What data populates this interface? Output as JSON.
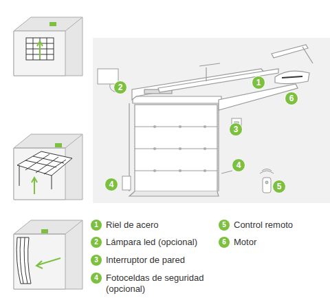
{
  "diagram": {
    "nodes": [
      {
        "text": [
          "2"
        ]
      },
      {
        "text": [
          "1"
        ]
      },
      {
        "text": [
          "6"
        ]
      },
      {
        "text": [
          "3"
        ]
      },
      {
        "text": [
          "4"
        ]
      },
      {
        "text": [
          "4"
        ]
      },
      {
        "text": [
          "5"
        ]
      },
      {
        "text": [
          "1"
        ]
      },
      {
        "text": [
          "2"
        ]
      },
      {
        "text": [
          "3"
        ]
      },
      {
        "text": [
          "4"
        ]
      },
      {
        "text": [
          "5"
        ]
      },
      {
        "text": [
          "6"
        ]
      }
    ],
    "edges": [],
    "labels": [
      "Riel de acero",
      "Lámpara led (opcional)",
      "Interruptor de pared",
      "Fotoceldas de seguridad (opcional)",
      "Control remoto",
      "Motor"
    ]
  }
}
